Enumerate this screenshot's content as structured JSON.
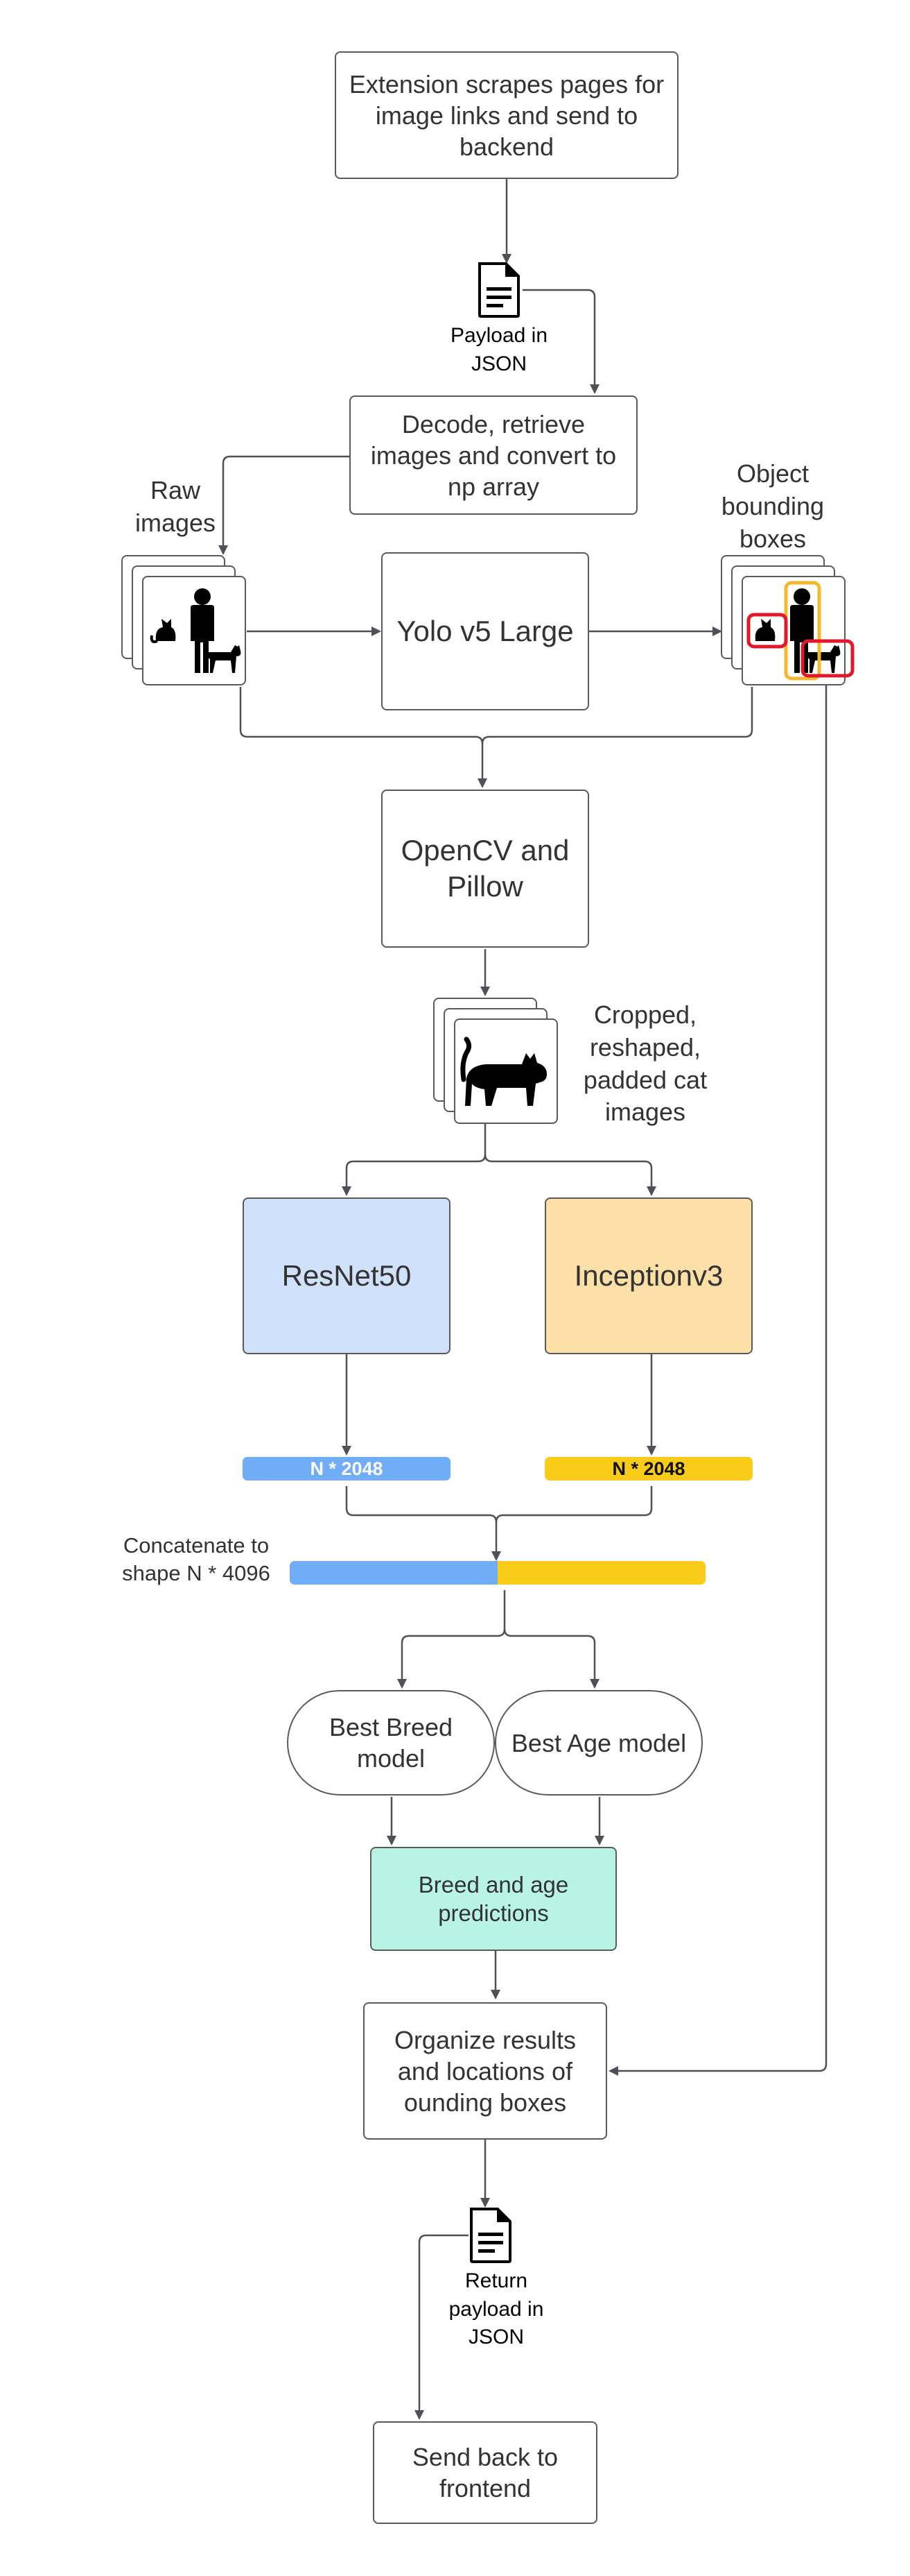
{
  "nodes": {
    "extension": "Extension scrapes pages for image links and send to backend",
    "decode": "Decode, retrieve images and convert to np array",
    "yolo": "Yolo v5 Large",
    "opencv": "OpenCV and Pillow",
    "resnet": "ResNet50",
    "inception": "Inceptionv3",
    "breed_model": "Best Breed model",
    "age_model": "Best Age model",
    "predictions": "Breed and age predictions",
    "organize": "Organize results and locations of ounding boxes",
    "send_back": "Send back to frontend"
  },
  "labels": {
    "payload_in": "Payload in JSON",
    "raw_images": "Raw images",
    "object_boxes": "Object bounding boxes",
    "cropped": "Cropped, reshaped, padded cat images",
    "concat": "Concatenate to shape N * 4096",
    "return_payload": "Return payload in JSON"
  },
  "bars": {
    "resnet_out": "N * 2048",
    "inception_out": "N * 2048"
  },
  "colors": {
    "resnet_fill": "#cfe1fb",
    "inception_fill": "#fde0a8",
    "predictions_fill": "#b8f3e6",
    "blue_bar": "#70adf6",
    "yellow_bar": "#f9cc1a",
    "bbox_red": "#e0182a",
    "bbox_yellow": "#f3b82e",
    "edge": "#4f5058"
  },
  "icons": [
    "document-icon",
    "person-cat-icon",
    "cat-icon"
  ]
}
